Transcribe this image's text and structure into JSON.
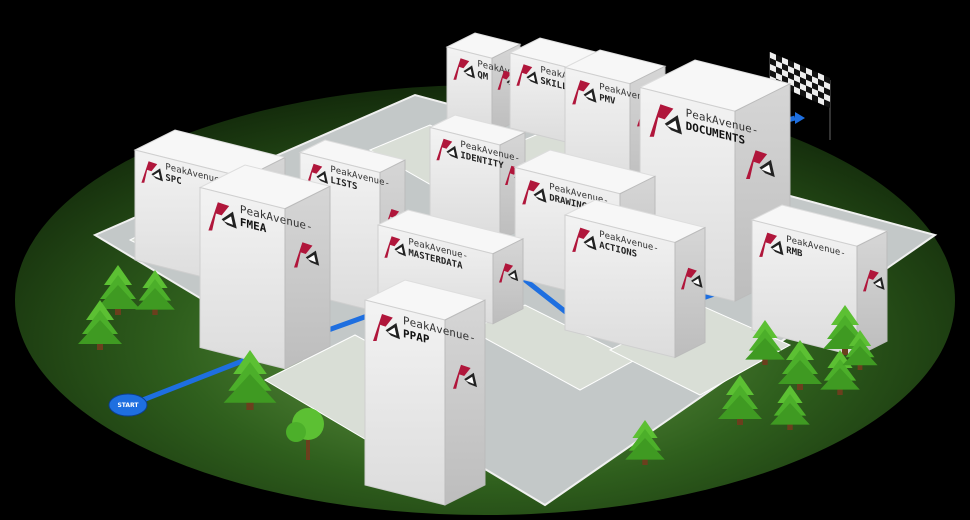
{
  "colors": {
    "background": "#000000",
    "ground": "#2e6a1a",
    "road": "#bfc4c5",
    "lot": "#d7ddd6",
    "route": "#1e6fe0",
    "logo": "#b0163b",
    "tree": "#4caf2a"
  },
  "route_start": "START",
  "buildings": [
    {
      "id": "qm",
      "line1": "PeakAvenue-",
      "line2": "QM"
    },
    {
      "id": "skills",
      "line1": "PeakAvenue-",
      "line2": "SKILLS"
    },
    {
      "id": "pmv",
      "line1": "PeakAvenue-",
      "line2": "PMV"
    },
    {
      "id": "spc",
      "line1": "PeakAvenue-",
      "line2": "SPC"
    },
    {
      "id": "identity",
      "line1": "PeakAvenue-",
      "line2": "IDENTITY"
    },
    {
      "id": "lists",
      "line1": "PeakAvenue-",
      "line2": "LISTS"
    },
    {
      "id": "documents",
      "line1": "PeakAvenue-",
      "line2": "DOCUMENTS"
    },
    {
      "id": "drawings",
      "line1": "PeakAvenue-",
      "line2": "DRAWINGS"
    },
    {
      "id": "fmea",
      "line1": "PeakAvenue-",
      "line2": "FMEA"
    },
    {
      "id": "masterdata",
      "line1": "PeakAvenue-",
      "line2": "MASTERDATA"
    },
    {
      "id": "actions",
      "line1": "PeakAvenue-",
      "line2": "ACTIONS"
    },
    {
      "id": "rmb",
      "line1": "PeakAvenue-",
      "line2": "RMB"
    },
    {
      "id": "ppap",
      "line1": "PeakAvenue-",
      "line2": "PPAP"
    }
  ]
}
